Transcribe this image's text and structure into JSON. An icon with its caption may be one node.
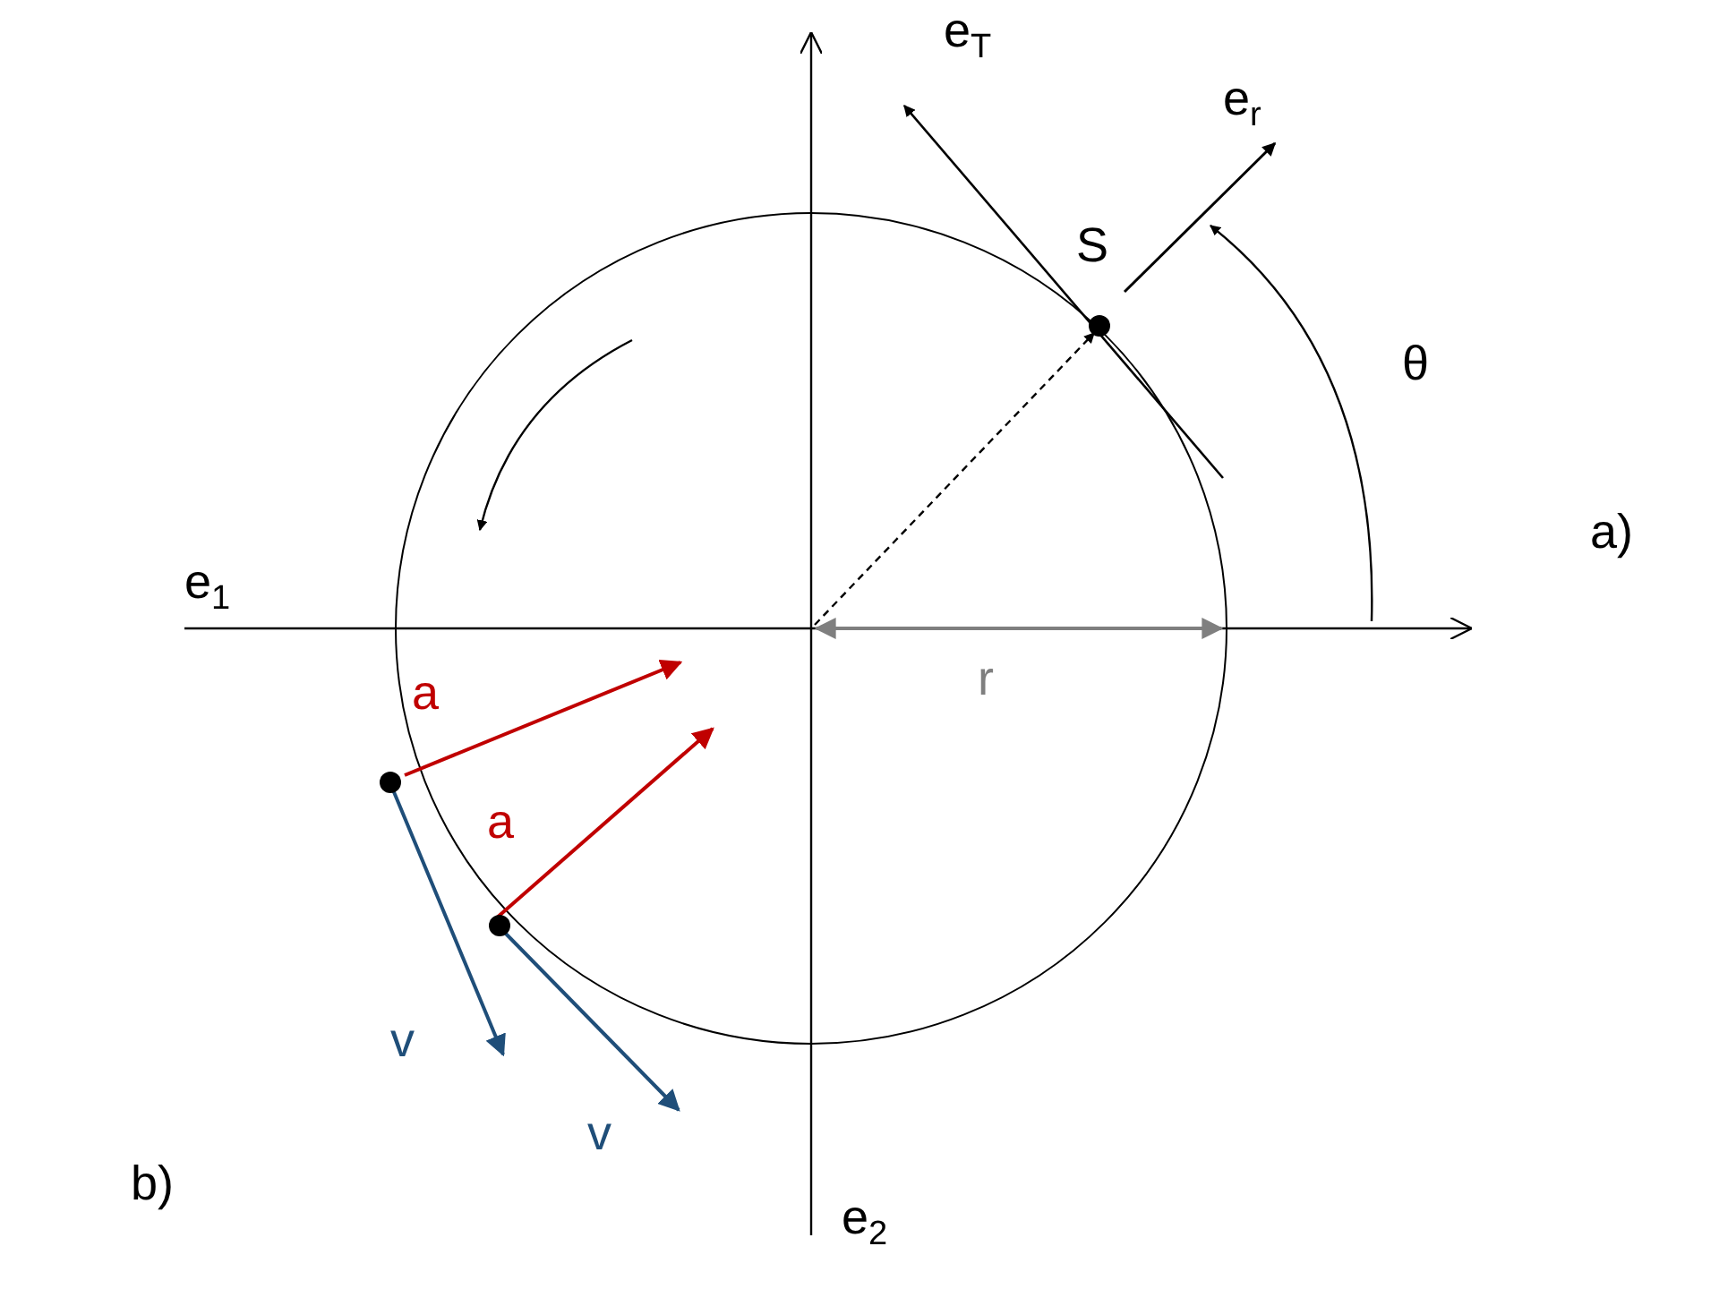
{
  "diagram": {
    "labels": [
      "e$_{T}$",
      "e$_{r}$",
      "S",
      "θ",
      "a)",
      "e$_{1}$",
      "r",
      "a",
      "a",
      "v",
      "v",
      "b)",
      "e$_{2}$"
    ]
  }
}
